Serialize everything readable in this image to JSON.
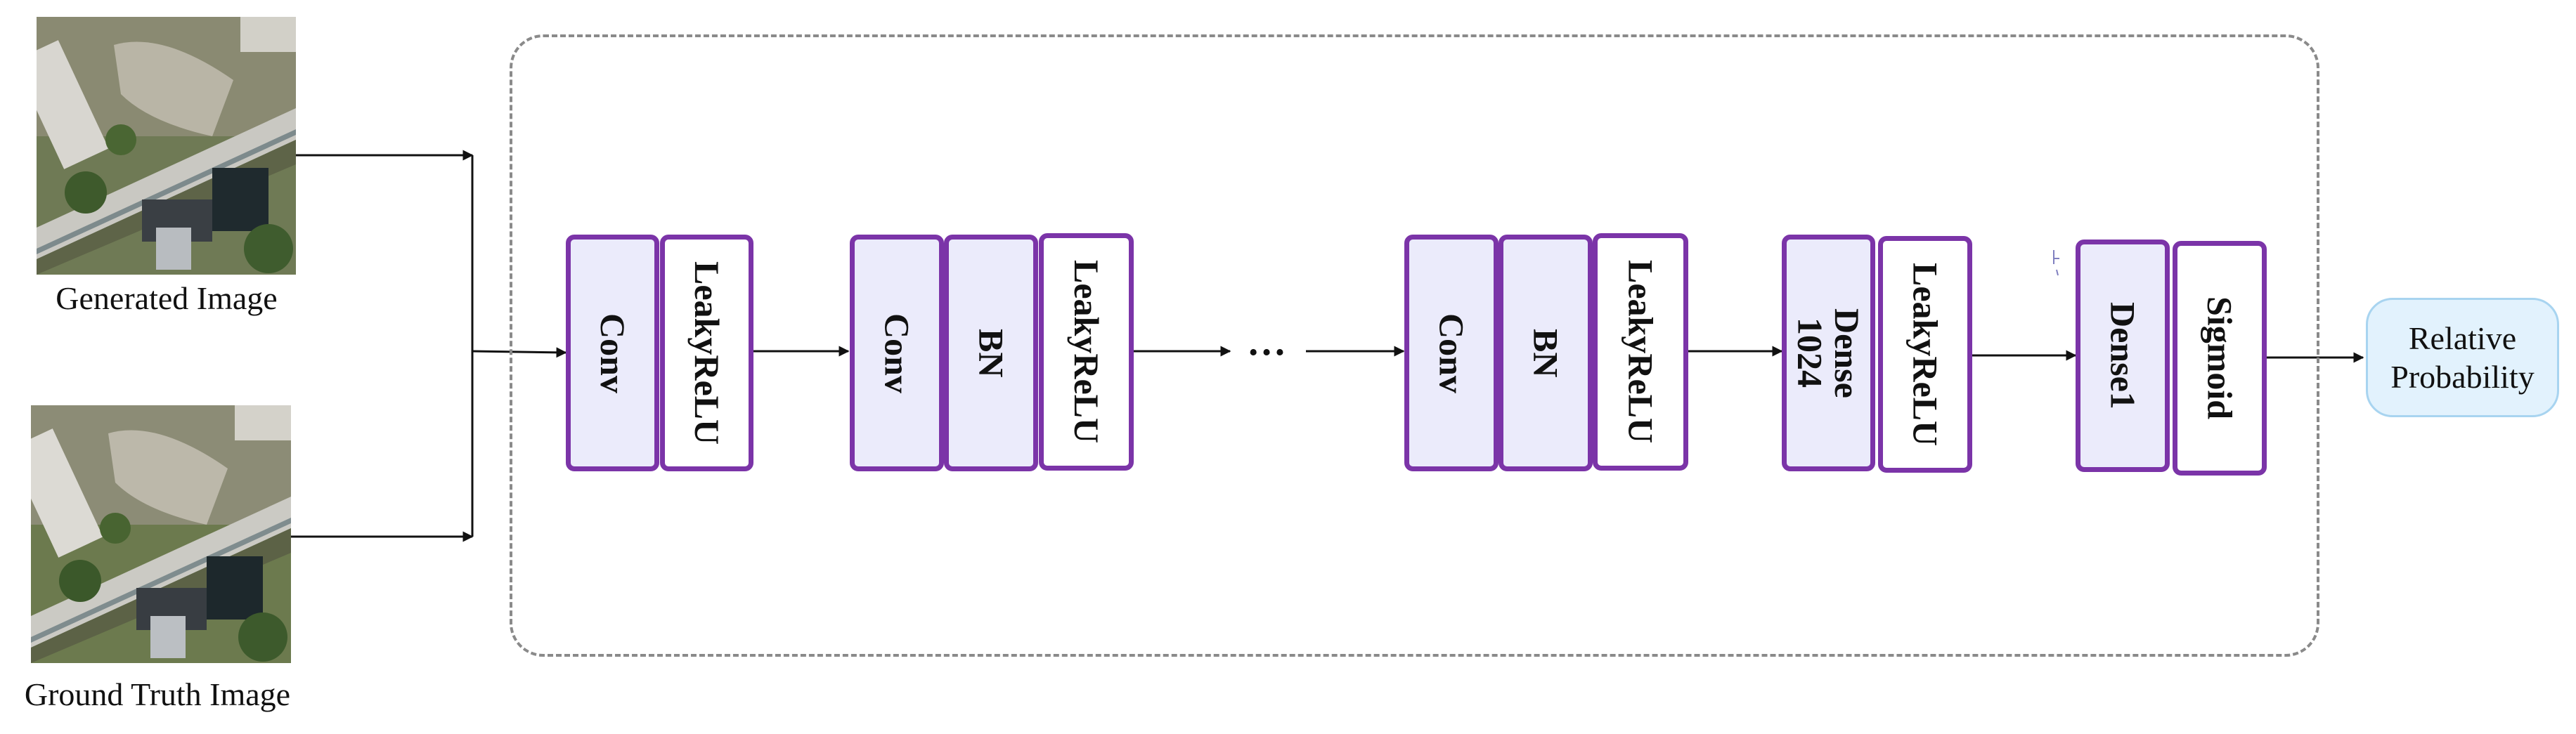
{
  "inputs": {
    "generated": {
      "caption": "Generated Image"
    },
    "ground_truth": {
      "caption": "Ground Truth Image"
    }
  },
  "layers": [
    {
      "label": "Conv",
      "style": "filled"
    },
    {
      "label": "LeakyReLU",
      "style": "plain"
    },
    {
      "label": "Conv",
      "style": "filled"
    },
    {
      "label": "BN",
      "style": "filled"
    },
    {
      "label": "LeakyReLU",
      "style": "plain"
    },
    {
      "label": "Conv",
      "style": "filled"
    },
    {
      "label": "BN",
      "style": "filled"
    },
    {
      "label": "LeakyReLU",
      "style": "plain"
    },
    {
      "label": "Dense\n1024",
      "style": "filled"
    },
    {
      "label": "LeakyReLU",
      "style": "plain"
    },
    {
      "label": "Dense1",
      "style": "filled"
    },
    {
      "label": "Sigmoid",
      "style": "plain"
    }
  ],
  "ellipsis": "…",
  "output": {
    "line1": "Relative",
    "line2": "Probability"
  },
  "colors": {
    "layer_border": "#7b34a8",
    "layer_fill": "#ebebfb",
    "output_fill": "#e2f2fd",
    "output_border": "#a8d4f0",
    "dashed_border": "#8a8a8a"
  }
}
